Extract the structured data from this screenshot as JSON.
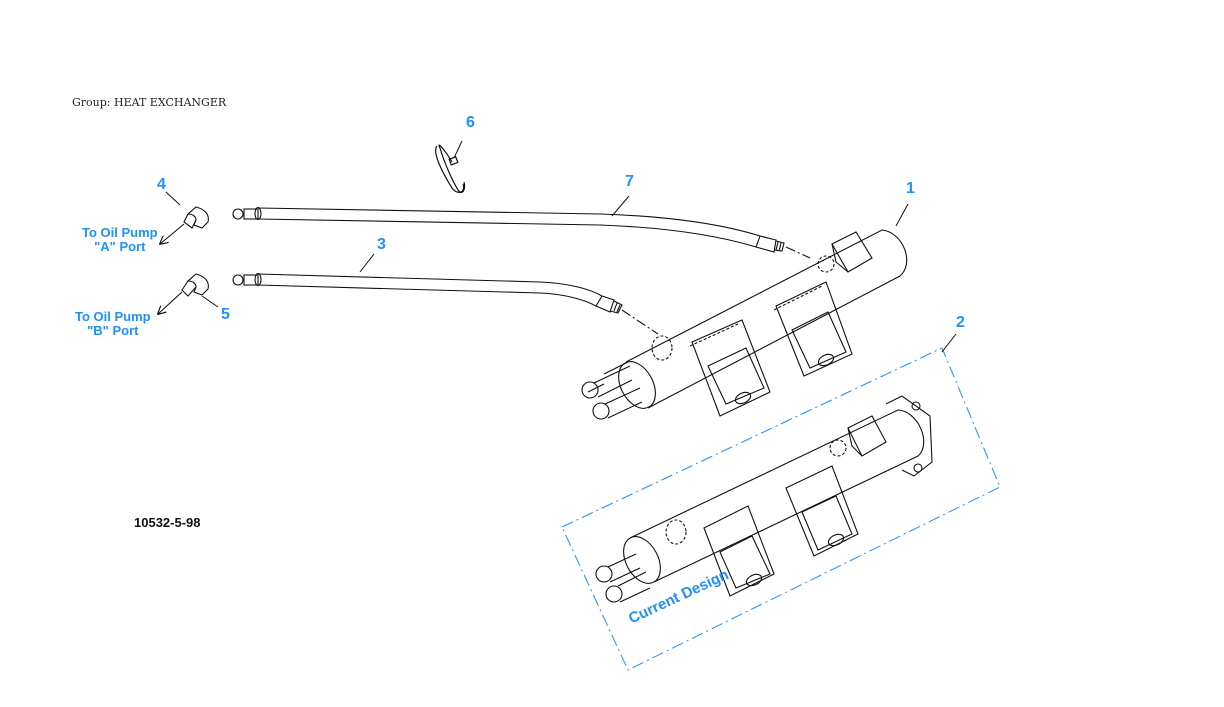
{
  "header": {
    "group": "Group: HEAT EXCHANGER"
  },
  "figure": {
    "number": "10532-5-98"
  },
  "callouts": [
    {
      "id": "1",
      "label": "1"
    },
    {
      "id": "2",
      "label": "2"
    },
    {
      "id": "3",
      "label": "3"
    },
    {
      "id": "4",
      "label": "4"
    },
    {
      "id": "5",
      "label": "5"
    },
    {
      "id": "6",
      "label": "6"
    },
    {
      "id": "7",
      "label": "7"
    }
  ],
  "notes": {
    "port_a_line1": "To Oil Pump",
    "port_a_line2": "\"A\" Port",
    "port_b_line1": "To Oil Pump",
    "port_b_line2": "\"B\" Port",
    "current_design": "Current Design"
  },
  "colors": {
    "accent": "#1e90ff",
    "line": "#111111"
  }
}
